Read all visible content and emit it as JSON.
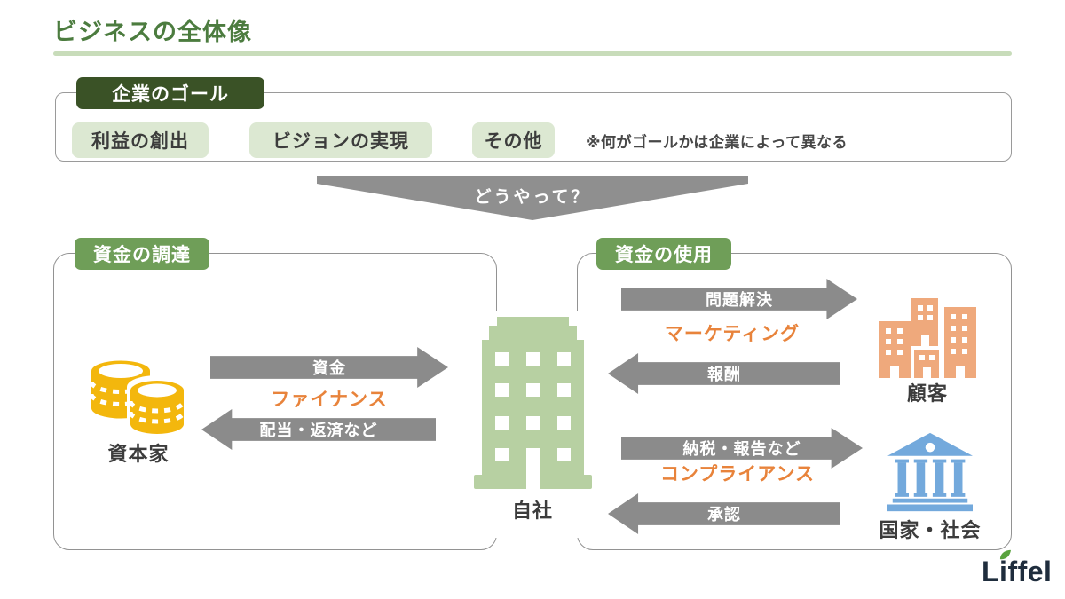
{
  "page": {
    "title": "ビジネスの全体像"
  },
  "goal_section": {
    "header": "企業のゴール",
    "tags": [
      "利益の創出",
      "ビジョンの実現",
      "その他"
    ],
    "note": "※何がゴールかは企業によって異なる"
  },
  "how_label": "どうやって？",
  "funding": {
    "header": "資金の調達",
    "actor_label": "資本家",
    "arrow_out": "資金",
    "middle_label": "ファイナンス",
    "arrow_back": "配当・返済など"
  },
  "company_label": "自社",
  "usage": {
    "header": "資金の使用",
    "customer": {
      "arrow_out": "問題解決",
      "middle_label": "マーケティング",
      "arrow_back": "報酬",
      "label": "顧客"
    },
    "government": {
      "arrow_out": "納税・報告など",
      "middle_label": "コンプライアンス",
      "arrow_back": "承認",
      "label": "国家・社会"
    }
  },
  "logo": {
    "text_l": "L",
    "text_i": "i",
    "text_rest": "ffel"
  },
  "colors": {
    "title_green": "#4c7c3f",
    "underline_green": "#c8dcba",
    "dark_green": "#3a5226",
    "mid_green": "#6f9e58",
    "tag_green": "#dce8d2",
    "building_green": "#b7d0a2",
    "arrow_gray": "#8b8b8b",
    "accent_orange": "#e8833b",
    "coin_yellow": "#f3b70d",
    "customer_orange": "#efa97c",
    "bank_blue": "#73a9dc",
    "logo_navy": "#1f2d3d",
    "leaf_green": "#59a33e"
  }
}
